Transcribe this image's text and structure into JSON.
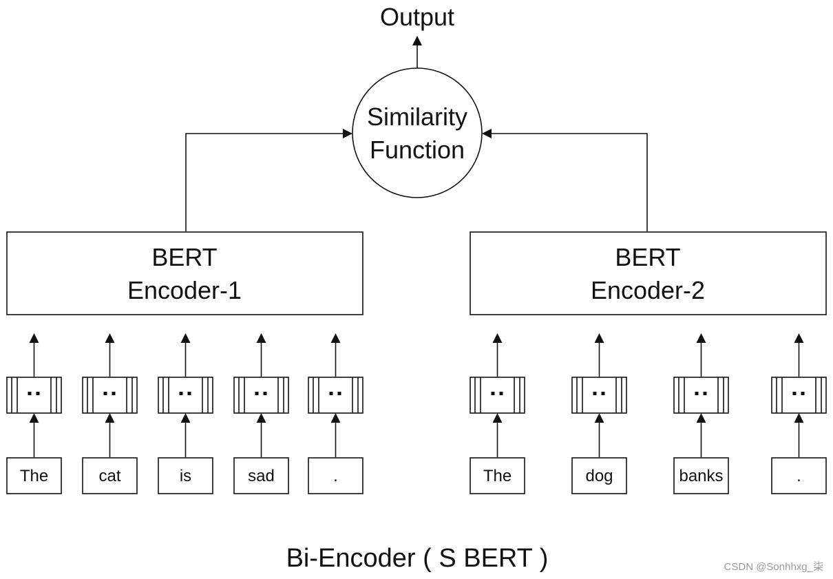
{
  "output_label": "Output",
  "similarity": {
    "line1": "Similarity",
    "line2": "Function"
  },
  "encoders": [
    {
      "line1": "BERT",
      "line2": "Encoder-1",
      "tokens": [
        "The",
        "cat",
        "is",
        "sad",
        "."
      ]
    },
    {
      "line1": "BERT",
      "line2": "Encoder-2",
      "tokens": [
        "The",
        "dog",
        "banks",
        "."
      ]
    }
  ],
  "caption": "Bi-Encoder ( S BERT )",
  "watermark": "CSDN @Sonhhxg_柒",
  "colors": {
    "stroke": "#111111",
    "background": "#ffffff",
    "watermark": "#9a9a9a"
  }
}
